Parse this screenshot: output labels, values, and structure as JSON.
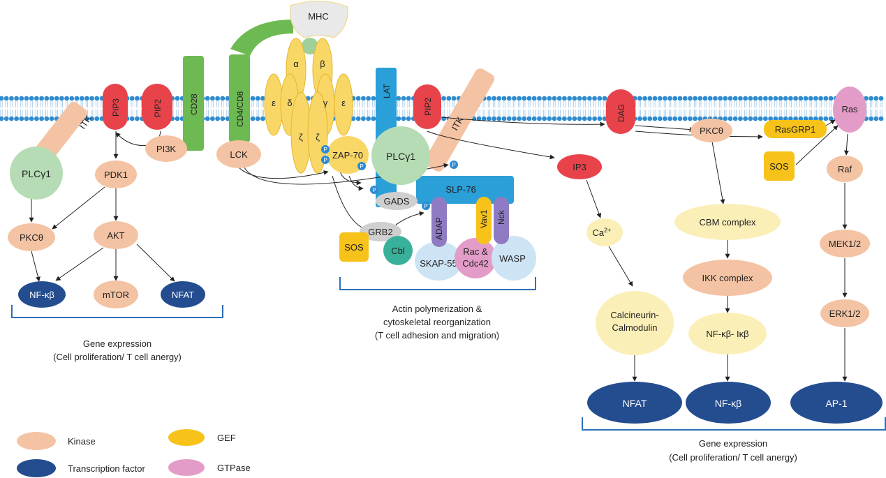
{
  "colors": {
    "kinase": "#f4c3a3",
    "transcription_factor": "#244d8f",
    "gef": "#f7c21a",
    "gtpase": "#e39cc8",
    "lipid": "#e8434a",
    "adaptor": "#2a9fd8",
    "coreceptor": "#6dba52",
    "tcr": "#f8d766",
    "plcg": "#b5dcb4",
    "complex": "#fbefb8",
    "membrane": "#2d8bcf"
  },
  "membrane_labels": {
    "itk_left": "ITK",
    "pip3": "PIP3",
    "pip2_left": "PIP2",
    "cd28": "CD28",
    "cd4cd8": "CD4/CD8",
    "mhc": "MHC",
    "alpha": "α",
    "beta": "β",
    "epsilon_left": "ε",
    "delta": "δ",
    "gamma": "γ",
    "epsilon_right": "ε",
    "zeta_left": "ζ",
    "zeta_right": "ζ",
    "lat": "LAT",
    "pip2_right": "PIP2",
    "itk_right": "ITK",
    "dag": "DAG",
    "ras": "Ras"
  },
  "left_pathway": {
    "plcg1": "PLCγ1",
    "pi3k": "PI3K",
    "pdk1": "PDK1",
    "pkct": "PKCθ",
    "akt": "AKT",
    "nfkb": "NF-κβ",
    "mtor": "mTOR",
    "nfat": "NFAT",
    "output_line1": "Gene expression",
    "output_line2": "(Cell proliferation/ T cell anergy)"
  },
  "center_pathway": {
    "lck": "LCK",
    "zap70": "ZAP-70",
    "plcg1": "PLCγ1",
    "slp76": "SLP-76",
    "gads": "GADS",
    "grb2": "GRB2",
    "sos": "SOS",
    "cbl": "Cbl",
    "adap": "ADAP",
    "vav1": "Vav1",
    "nck": "Nck",
    "skap55": "SKAP-55",
    "rac_line1": "Rac &",
    "rac_line2": "Cdc42",
    "wasp": "WASP",
    "phospho": "P",
    "output_line1": "Actin polymerization &",
    "output_line2": "cytoskeletal reorganization",
    "output_line3": "(T cell adhesion and migration)"
  },
  "right_pathway": {
    "ip3": "IP3",
    "ca": "Ca",
    "ca_sup": "2+",
    "calcineurin_line1": "Calcineurin-",
    "calcineurin_line2": "Calmodulin",
    "pkct": "PKCθ",
    "cbm": "CBM complex",
    "ikk": "IKK complex",
    "nfkb_ikb": "NF-κβ- Iκβ",
    "rasgrp1": "RasGRP1",
    "sos": "SOS",
    "raf": "Raf",
    "mek": "MEK1/2",
    "erk": "ERK1/2",
    "nfat": "NFAT",
    "nfkb": "NF-κβ",
    "ap1": "AP-1",
    "output_line1": "Gene expression",
    "output_line2": "(Cell proliferation/ T cell anergy)"
  },
  "legend": {
    "kinase": "Kinase",
    "gef": "GEF",
    "transcription_factor": "Transcription factor",
    "gtpase": "GTPase"
  }
}
